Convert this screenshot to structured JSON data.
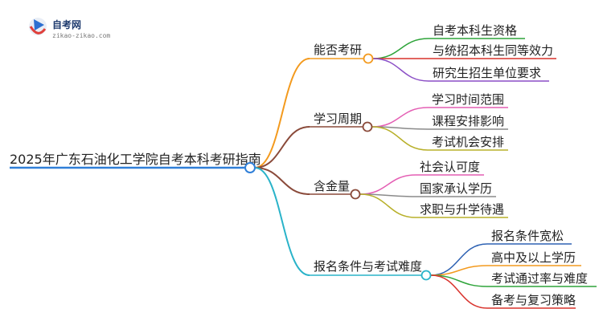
{
  "logo": {
    "title": "自考网",
    "subtitle": "zikao-zikao.com",
    "colors": {
      "blue": "#2c6fd1",
      "red": "#e0403a"
    }
  },
  "root": {
    "label": "2025年广东石油化工学院自考本科考研指南",
    "color": "#2f7fd8"
  },
  "branches": [
    {
      "label": "能否考研",
      "color": "#f39a1e",
      "children": [
        {
          "label": "自考本科生资格",
          "color": "#2ea43a"
        },
        {
          "label": "与统招本科生同等效力",
          "color": "#d9322c"
        },
        {
          "label": "研究生招生单位要求",
          "color": "#8b4fc6"
        }
      ]
    },
    {
      "label": "学习周期",
      "color": "#8a4a3a",
      "children": [
        {
          "label": "学习时间范围",
          "color": "#e45fb4"
        },
        {
          "label": "课程安排影响",
          "color": "#8a8a8a"
        },
        {
          "label": "考试机会安排",
          "color": "#b8b02a"
        }
      ]
    },
    {
      "label": "含金量",
      "color": "#8a4a3a",
      "children": [
        {
          "label": "社会认可度",
          "color": "#e45fb4"
        },
        {
          "label": "国家承认学历",
          "color": "#8a8a8a"
        },
        {
          "label": "求职与升学待遇",
          "color": "#b8b02a"
        }
      ]
    },
    {
      "label": "报名条件与考试难度",
      "color": "#2ab3c9",
      "children": [
        {
          "label": "报名条件宽松",
          "color": "#2e62b3"
        },
        {
          "label": "高中及以上学历",
          "color": "#f39a1e"
        },
        {
          "label": "考试通过率与难度",
          "color": "#2ea43a"
        },
        {
          "label": "备考与复习策略",
          "color": "#d9322c"
        }
      ]
    }
  ]
}
